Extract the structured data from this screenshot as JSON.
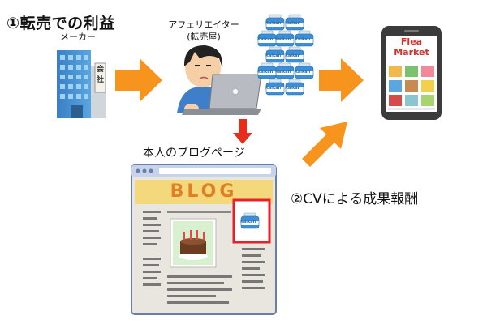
{
  "labels": {
    "route1": "①転売での利益",
    "maker": "メーカー",
    "affiliate_line1": "アフェリエイター",
    "affiliate_line2": "(転売屋)",
    "blog_page": "本人のブログページ",
    "route2": "②CVによる成果報酬"
  },
  "building": {
    "sign_line1": "会",
    "sign_line2": "社"
  },
  "blog": {
    "logo_text": "BLOG"
  },
  "product_label": "Kaikan",
  "phone": {
    "title_line1": "Flea",
    "title_line2": "Market"
  },
  "colors": {
    "arrow_orange": "#f7941d",
    "arrow_red": "#e62e1c",
    "highlight_red": "#e8202a",
    "blog_banner": "#f3d97b",
    "phone_frame": "#3b3b3b"
  }
}
